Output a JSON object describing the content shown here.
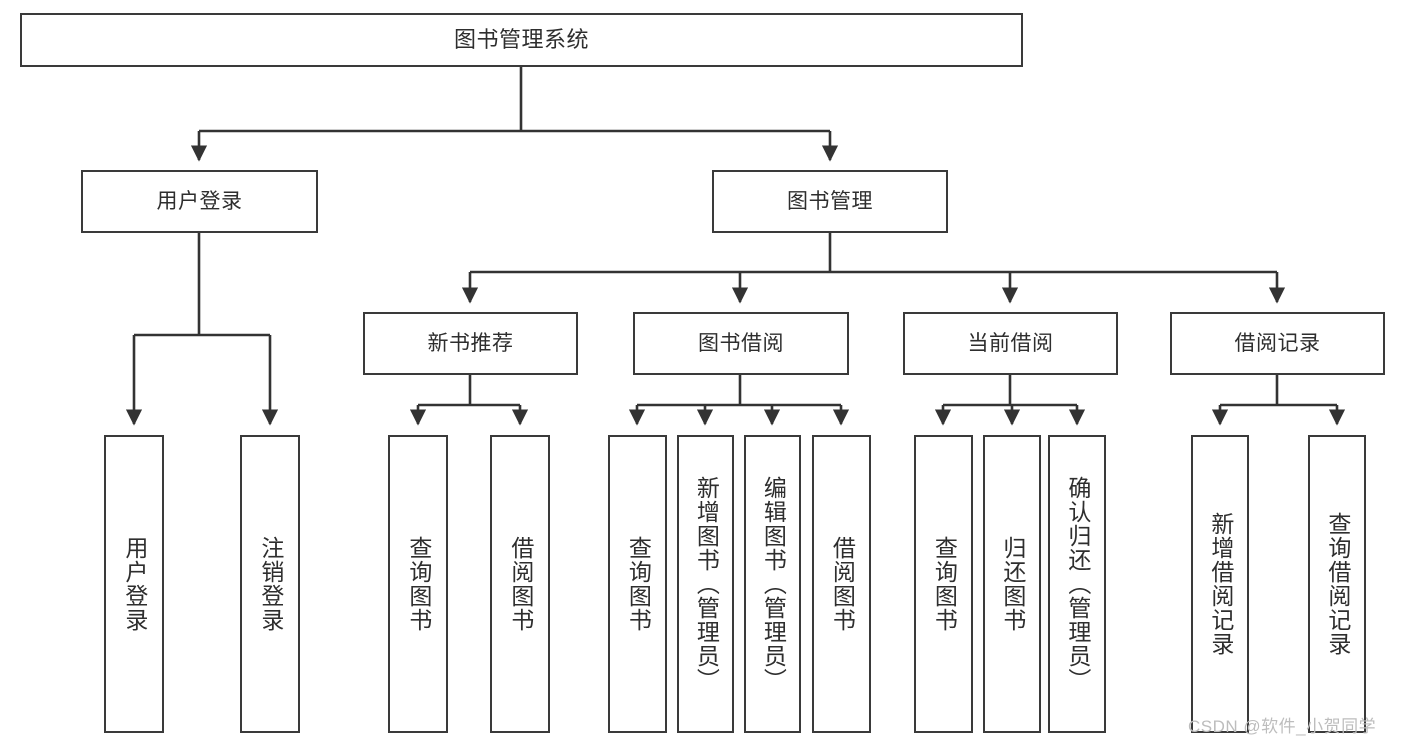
{
  "diagram": {
    "type": "tree",
    "title": "图书管理系统",
    "root": {
      "label": "图书管理系统"
    },
    "level2": [
      {
        "id": "user-login",
        "label": "用户登录"
      },
      {
        "id": "book-manage",
        "label": "图书管理"
      }
    ],
    "level3": [
      {
        "id": "new-book-recommend",
        "label": "新书推荐",
        "parent": "book-manage"
      },
      {
        "id": "book-borrow",
        "label": "图书借阅",
        "parent": "book-manage"
      },
      {
        "id": "current-borrow",
        "label": "当前借阅",
        "parent": "book-manage"
      },
      {
        "id": "borrow-record",
        "label": "借阅记录",
        "parent": "book-manage"
      }
    ],
    "leaves": [
      {
        "id": "leaf-user-login",
        "label": "用户登录",
        "parent": "user-login"
      },
      {
        "id": "leaf-user-logout",
        "label": "注销登录",
        "parent": "user-login"
      },
      {
        "id": "leaf-rec-query-book",
        "label": "查询图书",
        "parent": "new-book-recommend"
      },
      {
        "id": "leaf-rec-borrow-book",
        "label": "借阅图书",
        "parent": "new-book-recommend"
      },
      {
        "id": "leaf-borrow-query-book",
        "label": "查询图书",
        "parent": "book-borrow"
      },
      {
        "id": "leaf-borrow-add-book",
        "label": "新增图书（管理员）",
        "parent": "book-borrow"
      },
      {
        "id": "leaf-borrow-edit-book",
        "label": "编辑图书（管理员）",
        "parent": "book-borrow"
      },
      {
        "id": "leaf-borrow-borrow-book",
        "label": "借阅图书",
        "parent": "book-borrow"
      },
      {
        "id": "leaf-current-query-book",
        "label": "查询图书",
        "parent": "current-borrow"
      },
      {
        "id": "leaf-current-return-book",
        "label": "归还图书",
        "parent": "current-borrow"
      },
      {
        "id": "leaf-current-confirm-return",
        "label": "确认归还（管理员）",
        "parent": "current-borrow"
      },
      {
        "id": "leaf-record-add",
        "label": "新增借阅记录",
        "parent": "borrow-record"
      },
      {
        "id": "leaf-record-query",
        "label": "查询借阅记录",
        "parent": "borrow-record"
      }
    ],
    "colors": {
      "box_border": "#3a3a3a",
      "box_fill": "#ffffff",
      "text": "#2e2e2e",
      "connector": "#333333",
      "watermark": "#bdbdbd",
      "background": "#ffffff"
    }
  },
  "watermark": {
    "text": "CSDN @软件_小贺同学"
  }
}
